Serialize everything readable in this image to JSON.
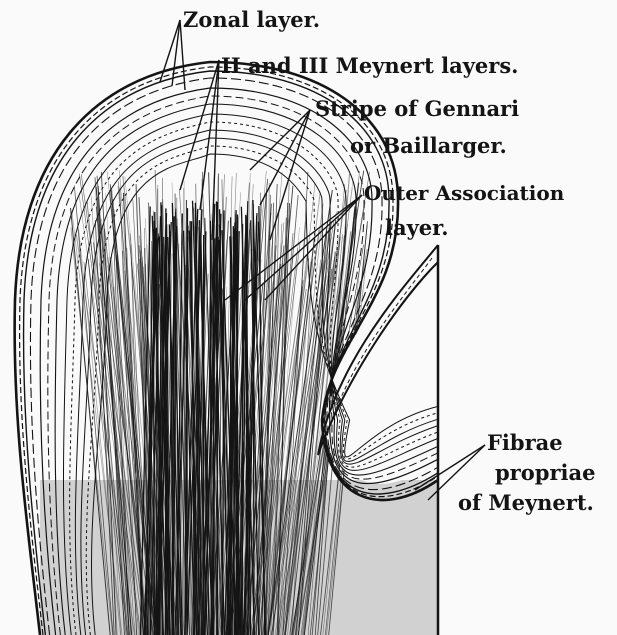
{
  "labels": {
    "zonal": "Zonal layer.",
    "meynert": "II and III Meynert layers.",
    "gennari_1": "Stripe of Gennari",
    "gennari_2": "or Baillarger.",
    "outer_1": "Outer Association",
    "outer_2": "layer.",
    "fibrae_1": "Fibrae",
    "fibrae_2": "propriae",
    "fibrae_3": "of Meynert."
  },
  "colors": {
    "ink": "#141414",
    "background": "#fafafa"
  }
}
